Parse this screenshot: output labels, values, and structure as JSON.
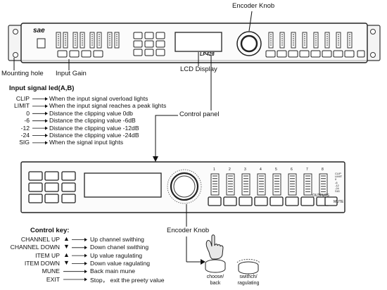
{
  "callouts": {
    "encoder_knob_top": "Encoder Knob",
    "mounting_hole": "Mounting hole",
    "input_gain": "Input Gain",
    "lcd_display": "LCD Display",
    "control_panel": "Control panel",
    "encoder_knob_bottom": "Encoder Knob"
  },
  "device": {
    "brand": "sae",
    "model": "LP428",
    "outputs_label": "OUTPUTS",
    "mute_label": "MUTE",
    "channel_numbers": [
      "1",
      "2",
      "3",
      "4",
      "5",
      "6",
      "7",
      "8"
    ],
    "meter_labels": [
      "CLIP",
      "LIMIT",
      "0",
      "-6",
      "-12",
      "-24",
      "SIG"
    ]
  },
  "input_signal": {
    "title": "Input signal led(A,B)",
    "rows": [
      {
        "key": "CLIP",
        "desc": "When the input signal overload lights"
      },
      {
        "key": "LIMIT",
        "desc": "When the input signal reaches a peak lights"
      },
      {
        "key": "0",
        "desc": "Distance the clipping value 0db"
      },
      {
        "key": "-6",
        "desc": "Distance the clipping value -6dB"
      },
      {
        "key": "-12",
        "desc": "Distance the clipping value -12dB"
      },
      {
        "key": "-24",
        "desc": "Distance the clipping value -24dB"
      },
      {
        "key": "SIG",
        "desc": "When the signal input lights"
      }
    ]
  },
  "control_key": {
    "title": "Control key:",
    "rows": [
      {
        "key": "CHANNEL UP",
        "arrow": "▲",
        "desc": "Up channel swithing"
      },
      {
        "key": "CHANNEL DOWN",
        "arrow": "▼",
        "desc": "Down chanel swithing"
      },
      {
        "key": "ITEM UP",
        "arrow": "▲",
        "desc": "Up value ragulating"
      },
      {
        "key": "ITEM DOWN",
        "arrow": "▼",
        "desc": "Down value ragulating"
      },
      {
        "key": "MUNE",
        "arrow": "",
        "desc": "Back main mune"
      },
      {
        "key": "EXIT",
        "arrow": "",
        "desc": "Stop， exit the preety value"
      }
    ]
  },
  "knob_actions": {
    "press_label_1": "choose/",
    "press_label_2": "back",
    "turn_label_1": "swithch/",
    "turn_label_2": "ragulating"
  }
}
